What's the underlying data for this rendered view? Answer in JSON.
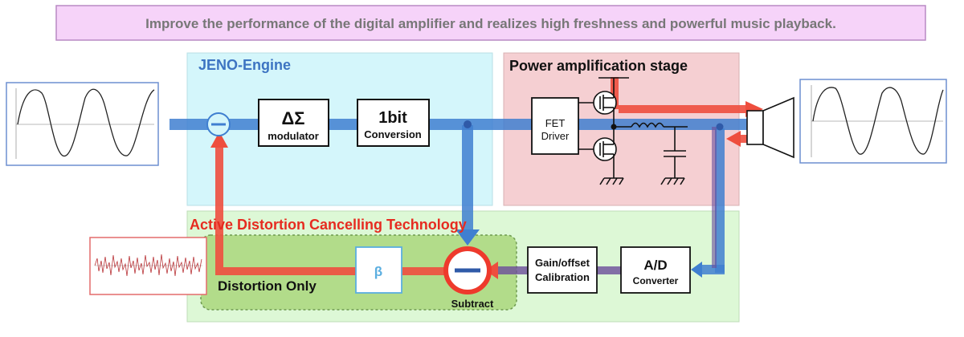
{
  "banner": {
    "text": "Improve the performance of the digital amplifier and realizes high freshness and powerful music playback.",
    "bg_color": "#f6d3f9",
    "border_color": "#b88ac4",
    "text_color": "#777777"
  },
  "regions": {
    "jeno": {
      "title": "JENO-Engine",
      "bg_color": "#d4f6fb",
      "title_color": "#3d74c2"
    },
    "power": {
      "title": "Power amplification stage",
      "bg_color": "#f5cfd2"
    },
    "adc_tech": {
      "title": "Active Distortion  Cancelling Technology",
      "bg_color": "#ddf8d6",
      "title_color": "#e62b20"
    },
    "distortion_only": {
      "title": "Distortion Only",
      "bg_color": "#b2dc8a"
    }
  },
  "blocks": {
    "delta_sigma": {
      "symbol": "ΔΣ",
      "label": "modulator"
    },
    "one_bit": {
      "title": "1bit",
      "label": "Conversion"
    },
    "fet_driver": {
      "line1": "FET",
      "line2": "Driver"
    },
    "beta": {
      "symbol": "β"
    },
    "gain_offset": {
      "line1": "Gain/offset",
      "line2": "Calibration"
    },
    "adc": {
      "title": "A/D",
      "label": "Converter"
    },
    "subtract": {
      "label": "Subtract"
    }
  },
  "colors": {
    "blue_path": "#3f7fd0",
    "red_path": "#ee4e3e",
    "purple_path": "#6b4c9a",
    "wave": "#222222",
    "noise": "#b83236"
  }
}
